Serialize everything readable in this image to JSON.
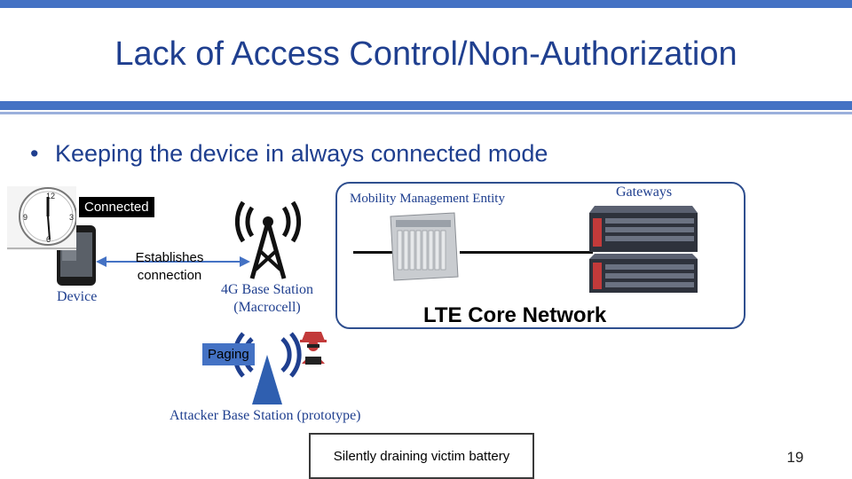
{
  "title": "Lack of Access Control/Non-Authorization",
  "bullet": "Keeping the device in always connected mode",
  "labels": {
    "connected": "Connected",
    "device": "Device",
    "establishes": "Establishes connection",
    "base_station_line1": "4G Base Station",
    "base_station_line2": "(Macrocell)",
    "mme": "Mobility Management Entity",
    "gateways": "Gateways",
    "lte_core": "LTE Core Network",
    "paging": "Paging",
    "attacker": "Attacker Base Station (prototype)",
    "battery": "Silently draining victim battery"
  },
  "page_number": "19",
  "colors": {
    "accent": "#4472c4",
    "title": "#1f3f8f"
  }
}
